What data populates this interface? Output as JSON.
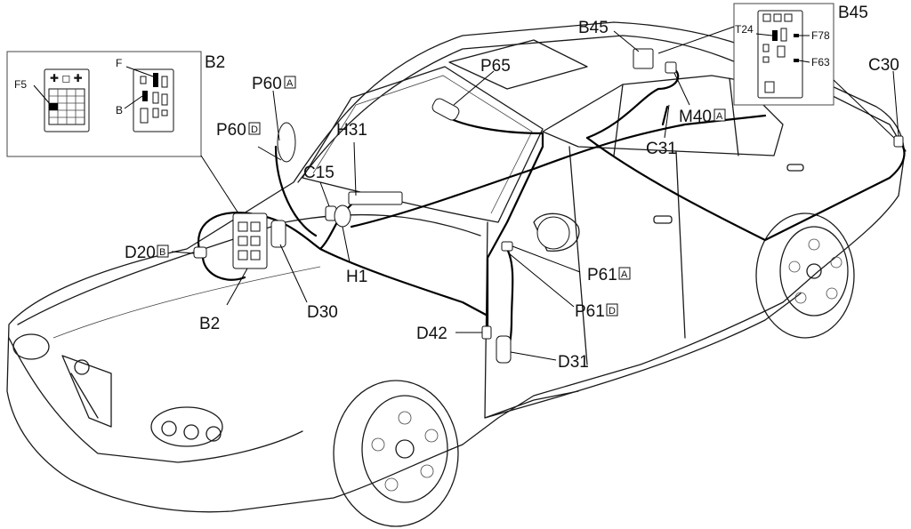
{
  "labels": {
    "b2_top": "B2",
    "b2_bottom": "B2",
    "b45_inset": "B45",
    "b45_car": "B45",
    "f5": "F5",
    "f": "F",
    "b": "B",
    "p60a": "P60",
    "p60d": "P60",
    "p65": "P65",
    "h31": "H31",
    "c15": "C15",
    "d20b": "D20",
    "h1": "H1",
    "d30": "D30",
    "m40a": "M40",
    "c31": "C31",
    "c30": "C30",
    "t24": "T24",
    "f78": "F78",
    "f63": "F63",
    "p61a": "P61",
    "p61d": "P61",
    "d42": "D42",
    "d31": "D31"
  },
  "suffixes": {
    "p60a": "A",
    "p60d": "D",
    "d20b": "B",
    "m40a": "A",
    "p61a": "A",
    "p61d": "D"
  },
  "colors": {
    "line": "#1a1a1a",
    "harness": "#000000",
    "background": "#ffffff"
  }
}
